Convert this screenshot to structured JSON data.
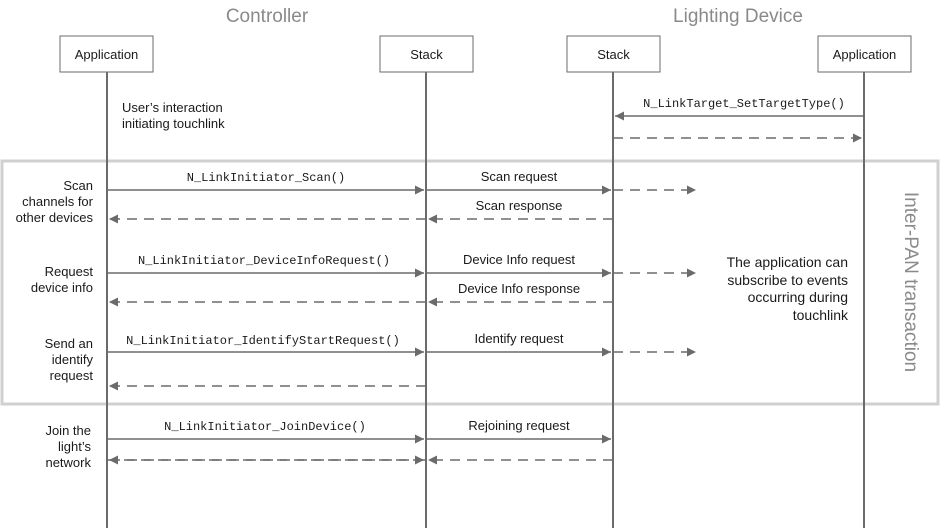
{
  "groups": {
    "controller": "Controller",
    "lighting_device": "Lighting Device"
  },
  "lifelines": {
    "controller_application": "Application",
    "controller_stack": "Stack",
    "device_stack": "Stack",
    "device_application": "Application"
  },
  "notes": {
    "user_interaction": [
      "User’s interaction",
      "initiating touchlink"
    ],
    "subscribe": [
      "The application can",
      "subscribe to events",
      "occurring during",
      "touchlink"
    ]
  },
  "region": {
    "label": "Inter-PAN transaction"
  },
  "steps": {
    "scan": [
      "Scan",
      "channels for",
      "other devices"
    ],
    "device_info": [
      "Request",
      "device info"
    ],
    "identify": [
      "Send an",
      "identify",
      "request"
    ],
    "join": [
      "Join the",
      "light’s",
      "network"
    ]
  },
  "messages": {
    "set_target_type": "N_LinkTarget_SetTargetType()",
    "scan_call": "N_LinkInitiator_Scan()",
    "scan_request": "Scan request",
    "scan_response": "Scan response",
    "device_info_call": "N_LinkInitiator_DeviceInfoRequest()",
    "device_info_request": "Device Info request",
    "device_info_response": "Device Info response",
    "identify_call": "N_LinkInitiator_IdentifyStartRequest()",
    "identify_request": "Identify request",
    "join_call": "N_LinkInitiator_JoinDevice()",
    "rejoining_request": "Rejoining request"
  },
  "colors": {
    "line": "#6b6b6b",
    "group_text": "#8a8a8a",
    "region_border": "#d0d0d0",
    "text": "#1a1a1a"
  }
}
